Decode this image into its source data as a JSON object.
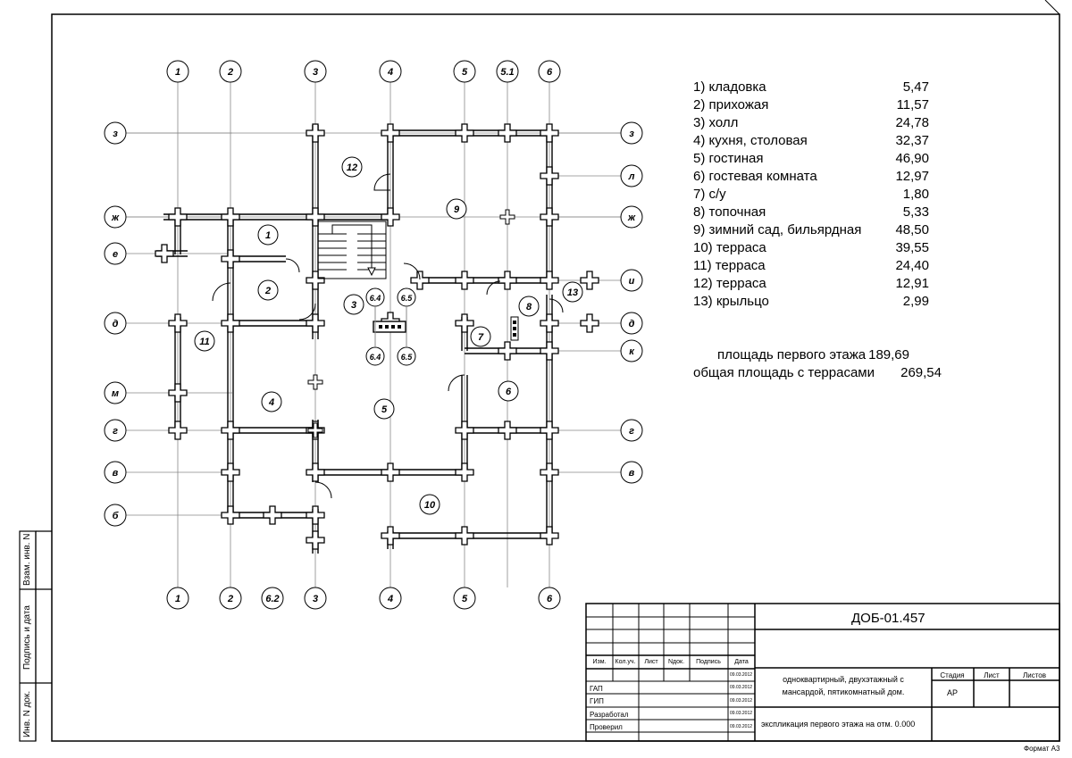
{
  "plan": {
    "axes_top": [
      "1",
      "2",
      "3",
      "4",
      "5",
      "5.1",
      "6"
    ],
    "axes_bottom": [
      "1",
      "2",
      "6.2",
      "3",
      "4",
      "5",
      "6"
    ],
    "axes_left": [
      "з",
      "ж",
      "е",
      "д",
      "м",
      "г",
      "в",
      "б"
    ],
    "axes_right": [
      "з",
      "л",
      "ж",
      "и",
      "д",
      "к",
      "г",
      "в"
    ],
    "room_tags": [
      "1",
      "2",
      "3",
      "4",
      "5",
      "6",
      "7",
      "8",
      "9",
      "10",
      "11",
      "12",
      "13"
    ],
    "aux_tags": [
      "6.4",
      "6.5",
      "6.4",
      "6.5"
    ]
  },
  "explication": [
    {
      "label": "1)    кладовка",
      "value": "5,47"
    },
    {
      "label": "2)    прихожая",
      "value": "11,57"
    },
    {
      "label": "3)    холл",
      "value": "24,78"
    },
    {
      "label": "4)    кухня, столовая",
      "value": "32,37"
    },
    {
      "label": "5)    гостиная",
      "value": "46,90"
    },
    {
      "label": "6)    гостевая комната",
      "value": "12,97"
    },
    {
      "label": "7)    с/у",
      "value": "1,80"
    },
    {
      "label": "8)    топочная",
      "value": "5,33"
    },
    {
      "label": "9)    зимний сад, бильярдная",
      "value": "48,50"
    },
    {
      "label": "10) терраса",
      "value": "39,55"
    },
    {
      "label": "11) терраса",
      "value": "24,40"
    },
    {
      "label": "12) терраса",
      "value": "12,91"
    },
    {
      "label": "13) крыльцо",
      "value": "2,99"
    }
  ],
  "totals": {
    "first_floor_label": "площадь первого этажа",
    "first_floor_value": "189,69",
    "total_label": "общая площадь с террасами",
    "total_value": "269,54"
  },
  "title_block": {
    "code": "ДОБ-01.457",
    "project": "одноквартирный, двухэтажный с мансардой, пятикомнатный дом.",
    "project_line1": "одноквартирный, двухэтажный с",
    "project_line2": "мансардой, пятикомнатный дом.",
    "sheet_title": "экспликация первого этажа на отм. 0.000",
    "stage_header": "Стадия",
    "sheet_header": "Лист",
    "sheets_header": "Листов",
    "stage": "АР",
    "cols": [
      "Изм.",
      "Кол.уч.",
      "Лист",
      "Nдок.",
      "Подпись",
      "Дата"
    ],
    "roles": [
      "ГАП",
      "ГИП",
      "Разработал",
      "Проверил"
    ],
    "date": "09.03.2012",
    "format": "Формат А3"
  },
  "side_labels": [
    "Взам. инв. N",
    "Подпись и дата",
    "Инв. N док."
  ]
}
